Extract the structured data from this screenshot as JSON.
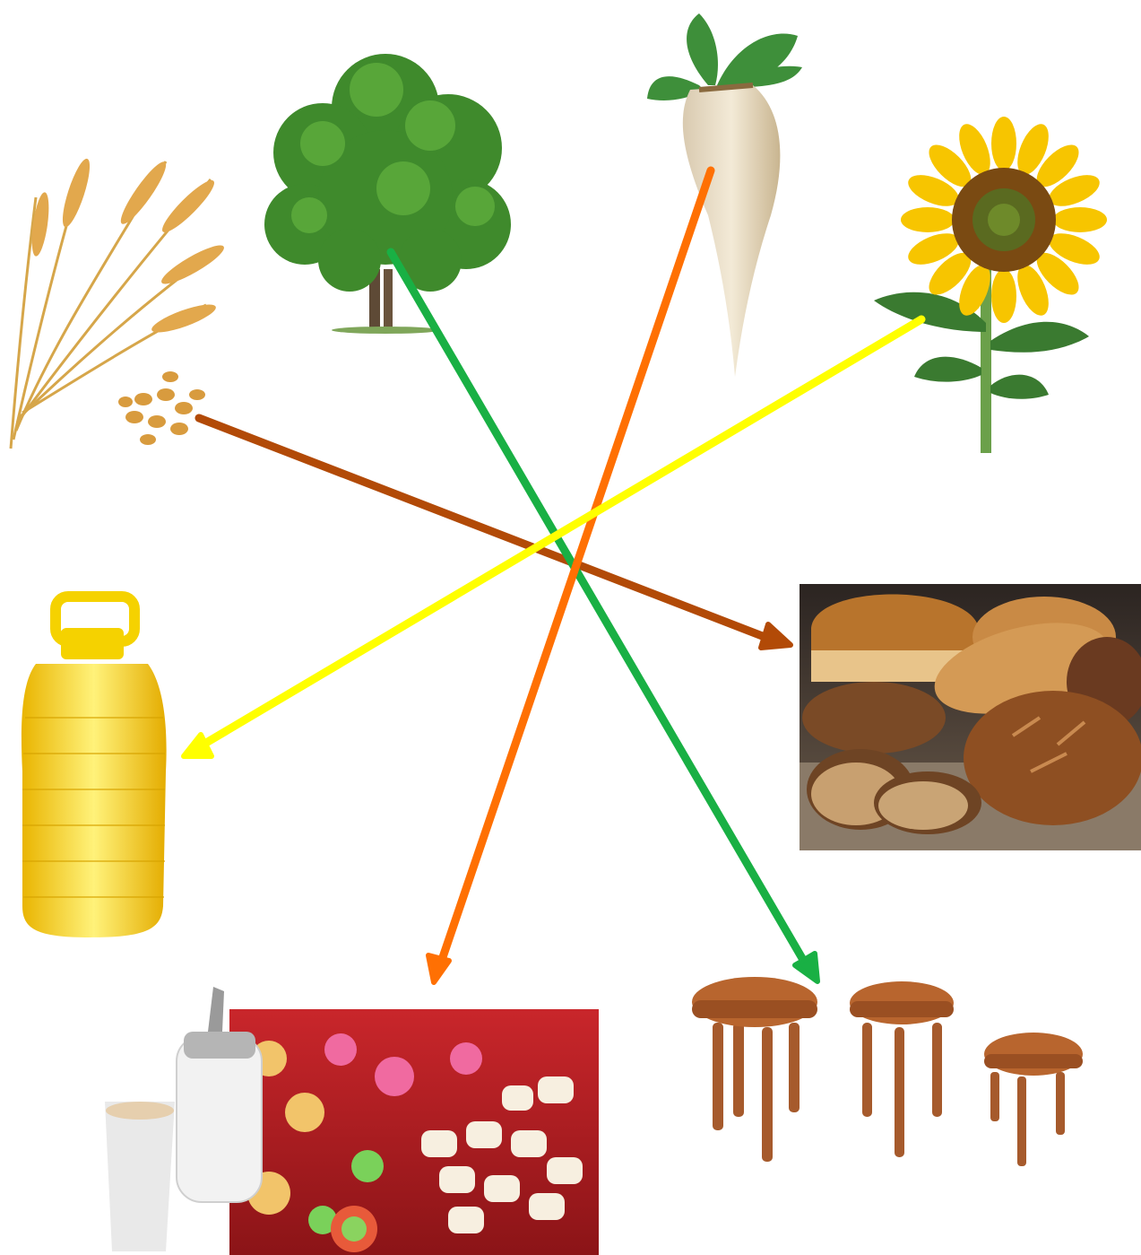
{
  "sources": {
    "wheat": {
      "icon": "wheat-icon"
    },
    "tree": {
      "icon": "tree-icon"
    },
    "sugar_beet": {
      "icon": "sugar-beet-icon"
    },
    "sunflower": {
      "icon": "sunflower-icon"
    }
  },
  "products": {
    "bread": {
      "icon": "bread-icon"
    },
    "stools": {
      "icon": "stool-icon"
    },
    "sweets": {
      "icon": "candy-icon"
    },
    "oil": {
      "icon": "oil-bottle-icon"
    }
  },
  "links": [
    {
      "from": "wheat",
      "to": "bread",
      "color": "#b24a07"
    },
    {
      "from": "tree",
      "to": "stools",
      "color": "#19b044"
    },
    {
      "from": "sugar_beet",
      "to": "sweets",
      "color": "#ff7003"
    },
    {
      "from": "sunflower",
      "to": "oil",
      "color": "#ffff00"
    }
  ]
}
